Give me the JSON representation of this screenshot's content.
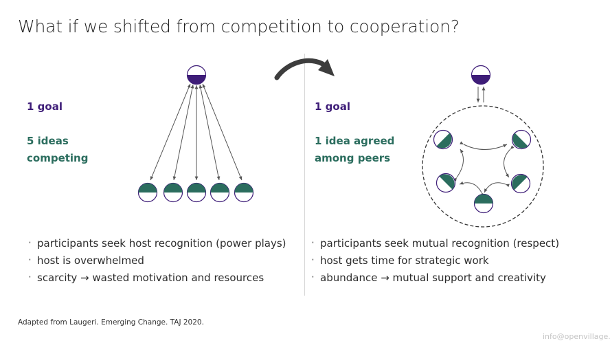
{
  "slide": {
    "title": "What if we shifted from competition to cooperation?",
    "footnote": "Adapted from Laugeri. Emerging Change. TAJ 2020.",
    "email": "info@openvillage.c"
  },
  "colors": {
    "host": "#3e1d78",
    "idea": "#2b6d5e",
    "goal_text": "#3e1d78",
    "ideas_text": "#2b6d5e",
    "arrow": "#555555",
    "big_arrow": "#3d3d3d"
  },
  "left": {
    "goal_label": "1 goal",
    "ideas_label_line1": "5 ideas",
    "ideas_label_line2": "competing",
    "bullets": [
      "participants seek host recognition (power plays)",
      "host is overwhelmed",
      "scarcity → wasted motivation and resources"
    ]
  },
  "right": {
    "goal_label": "1 goal",
    "ideas_label_line1": "1 idea agreed",
    "ideas_label_line2": "among peers",
    "bullets": [
      "participants seek mutual recognition (respect)",
      "host gets time for strategic work",
      "abundance → mutual support and creativity"
    ]
  }
}
